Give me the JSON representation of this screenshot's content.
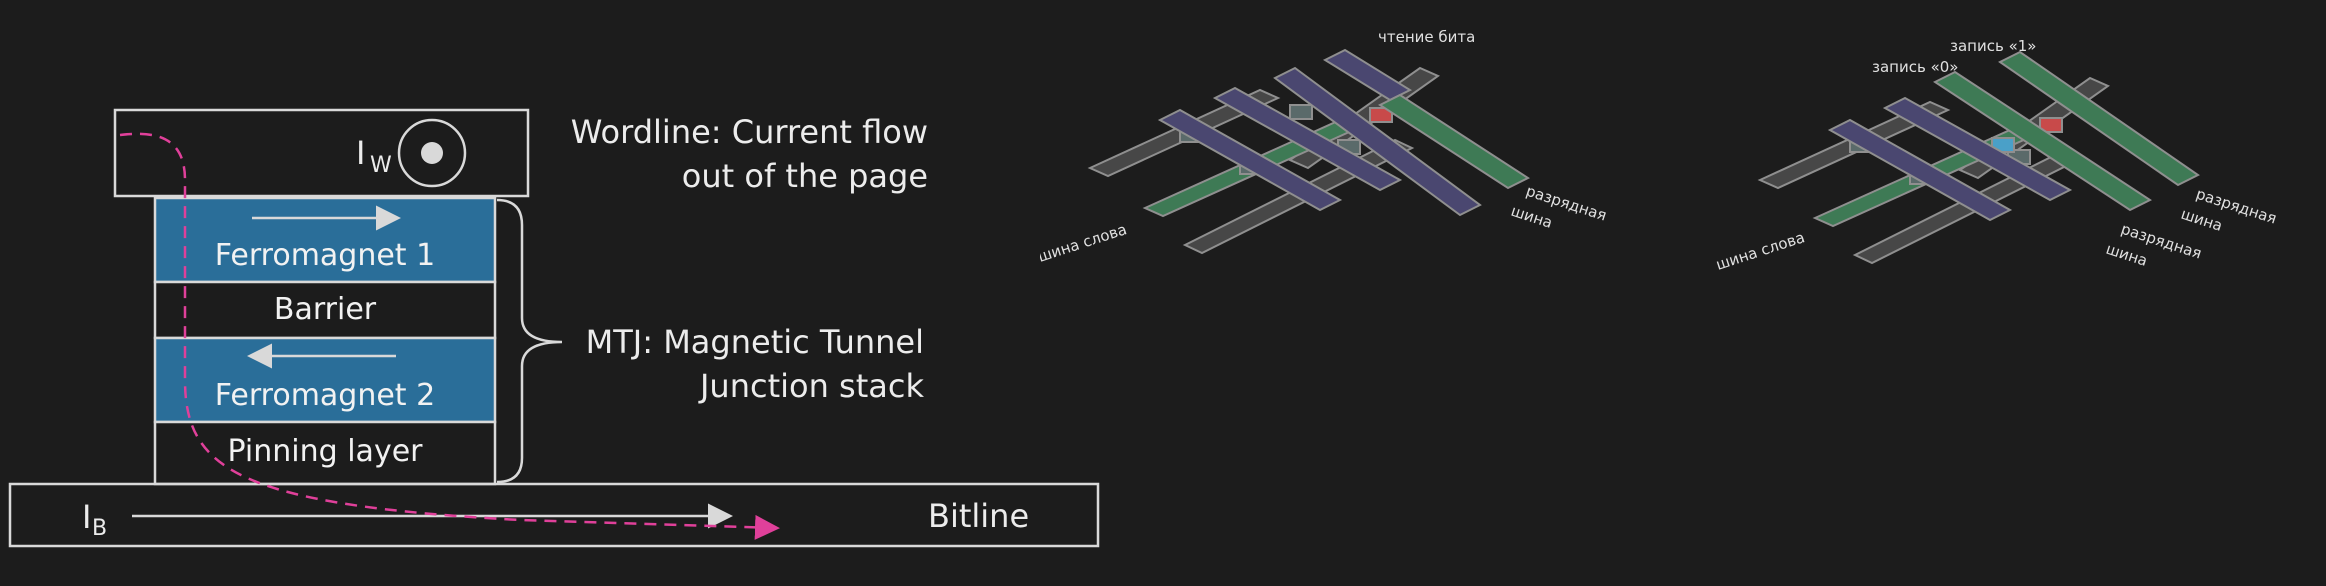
{
  "mtj_diagram": {
    "wordline_current_symbol": "I",
    "wordline_current_sub": "W",
    "bitline_current_symbol": "I",
    "bitline_current_sub": "B",
    "layers": {
      "ferromagnet1": "Ferromagnet 1",
      "barrier": "Barrier",
      "ferromagnet2": "Ferromagnet 2",
      "pinning": "Pinning layer"
    },
    "bitline_label": "Bitline",
    "wordline_caption_line1": "Wordline: Current flow",
    "wordline_caption_line2": "out of the page",
    "mtj_caption_line1": "MTJ: Magnetic Tunnel",
    "mtj_caption_line2": "Junction stack",
    "colors": {
      "ferromagnet": "#2a6e99",
      "outline": "#d9d9d9",
      "dashed_path": "#e0409a",
      "background": "#1c1c1c"
    }
  },
  "read_array": {
    "title": "чтение бита",
    "word_line_label": "шина слова",
    "bit_line_label_1": "разрядная",
    "bit_line_label_2": "шина"
  },
  "write_array": {
    "write_one_label": "запись «1»",
    "write_zero_label": "запись «0»",
    "word_line_label": "шина слова",
    "bit_line_a_1": "разрядная",
    "bit_line_a_2": "шина",
    "bit_line_b_1": "разрядная",
    "bit_line_b_2": "шина"
  }
}
